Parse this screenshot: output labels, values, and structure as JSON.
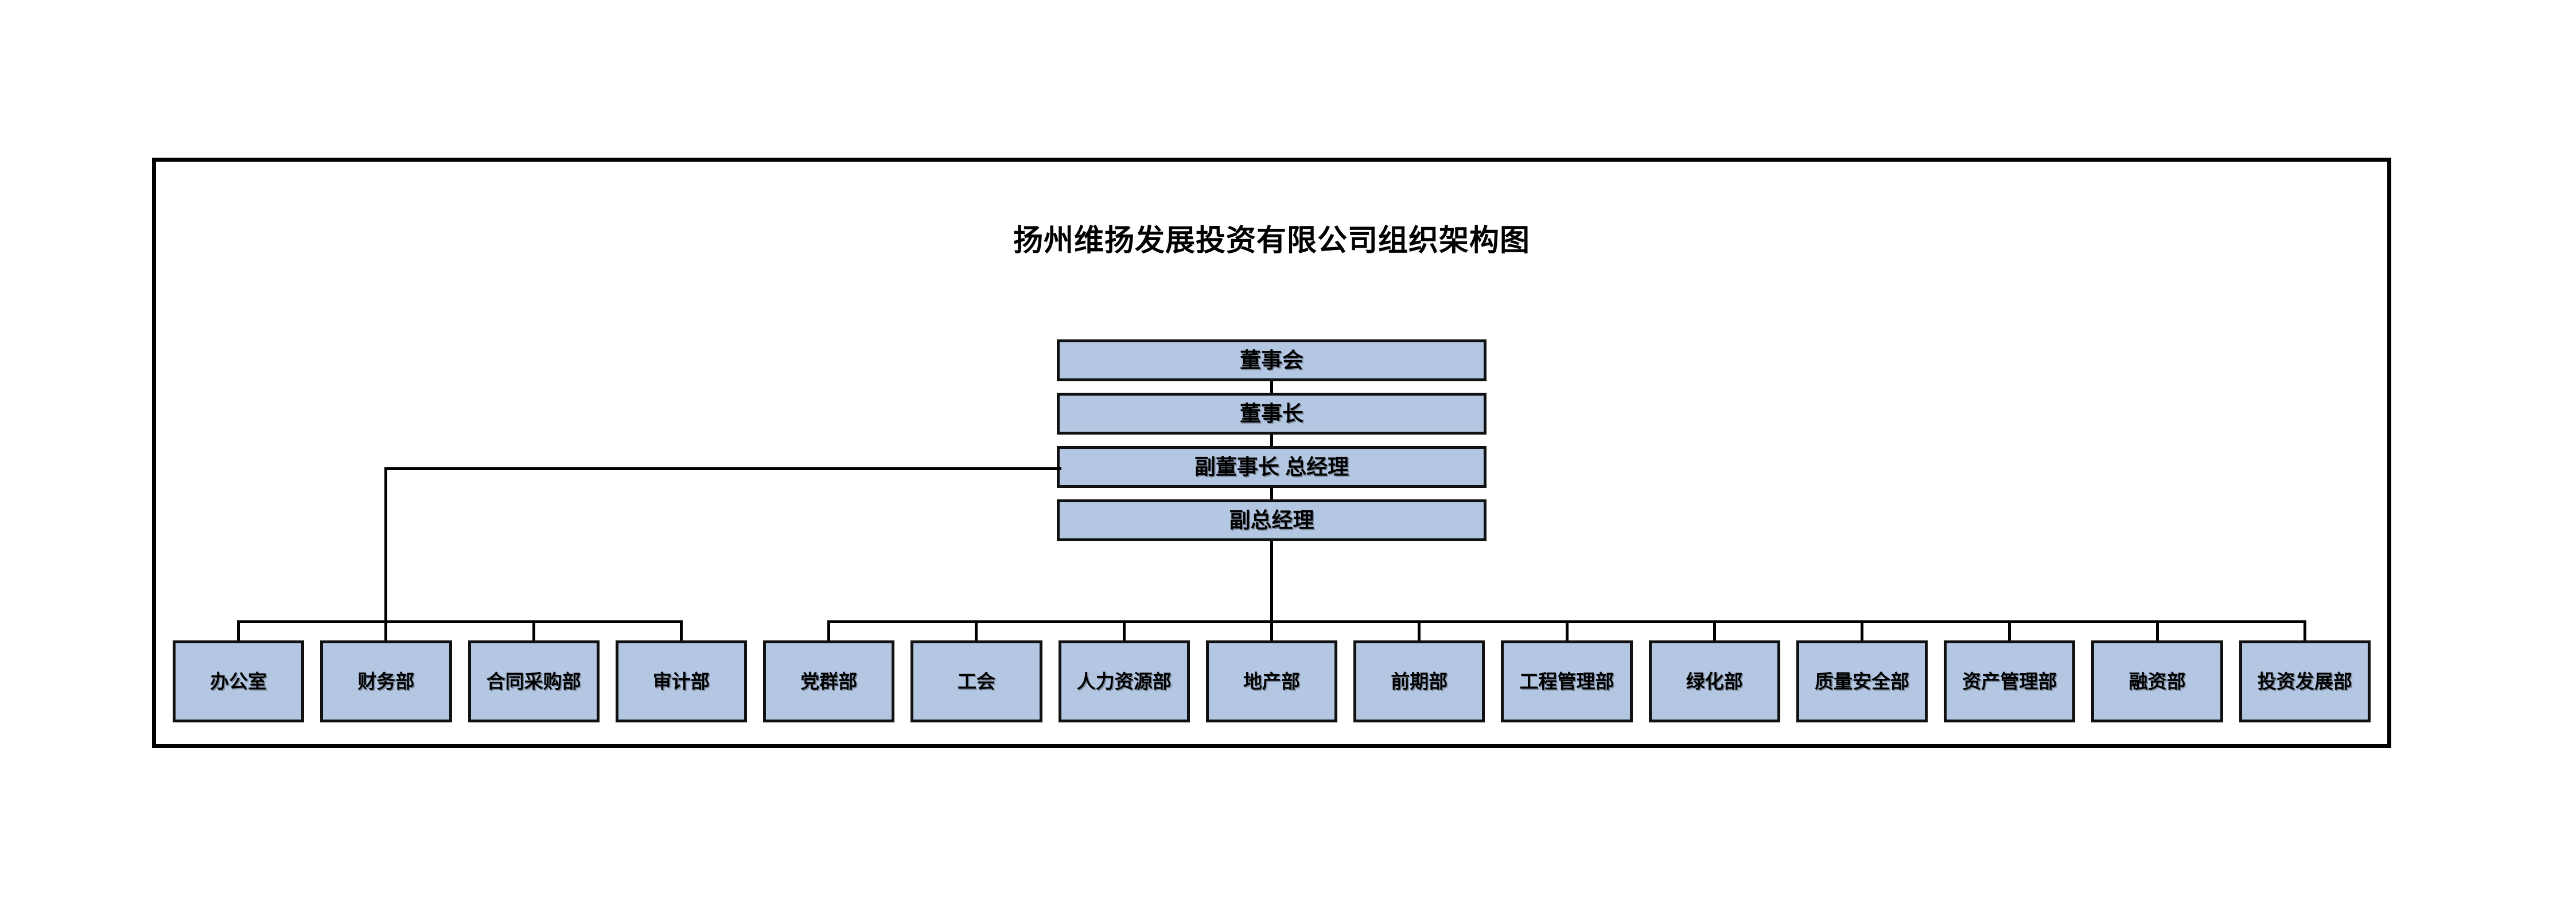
{
  "chart_data": {
    "type": "diagram",
    "diagram_kind": "organization-chart",
    "title": "扬州维扬发展投资有限公司组织架构图",
    "orientation": "top-down",
    "colors": {
      "node_fill": "#b4c7e2",
      "node_border": "#111111",
      "connector": "#000000",
      "frame_border": "#000000",
      "background": "#ffffff",
      "text": "#000000"
    },
    "levels": [
      {
        "level": 1,
        "nodes": [
          "董事会"
        ]
      },
      {
        "level": 2,
        "nodes": [
          "董事长"
        ]
      },
      {
        "level": 3,
        "nodes": [
          "副董事长 总经理"
        ]
      },
      {
        "level": 4,
        "nodes": [
          "副总经理"
        ]
      },
      {
        "level": 5,
        "nodes": [
          "办公室",
          "财务部",
          "合同采购部",
          "审计部",
          "党群部",
          "工会",
          "人力资源部",
          "地产部",
          "前期部",
          "工程管理部",
          "绿化部",
          "质量安全部",
          "资产管理部",
          "融资部",
          "投资发展部"
        ]
      }
    ],
    "edges": [
      {
        "from": "董事会",
        "to": "董事长"
      },
      {
        "from": "董事长",
        "to": "副董事长 总经理"
      },
      {
        "from": "副董事长 总经理",
        "to": "副总经理"
      },
      {
        "from": "副董事长 总经理",
        "to": "办公室"
      },
      {
        "from": "副董事长 总经理",
        "to": "财务部"
      },
      {
        "from": "副董事长 总经理",
        "to": "合同采购部"
      },
      {
        "from": "副董事长 总经理",
        "to": "审计部"
      },
      {
        "from": "副总经理",
        "to": "党群部"
      },
      {
        "from": "副总经理",
        "to": "工会"
      },
      {
        "from": "副总经理",
        "to": "人力资源部"
      },
      {
        "from": "副总经理",
        "to": "地产部"
      },
      {
        "from": "副总经理",
        "to": "前期部"
      },
      {
        "from": "副总经理",
        "to": "工程管理部"
      },
      {
        "from": "副总经理",
        "to": "绿化部"
      },
      {
        "from": "副总经理",
        "to": "质量安全部"
      },
      {
        "from": "副总经理",
        "to": "资产管理部"
      },
      {
        "from": "副总经理",
        "to": "融资部"
      },
      {
        "from": "副总经理",
        "to": "投资发展部"
      }
    ]
  },
  "title": "扬州维扬发展投资有限公司组织架构图",
  "executives": [
    {
      "label": "董事会"
    },
    {
      "label": "董事长"
    },
    {
      "label": "副董事长 总经理"
    },
    {
      "label": "副总经理"
    }
  ],
  "departments": [
    {
      "label": "办公室"
    },
    {
      "label": "财务部"
    },
    {
      "label": "合同采购部"
    },
    {
      "label": "审计部"
    },
    {
      "label": "党群部"
    },
    {
      "label": "工会"
    },
    {
      "label": "人力资源部"
    },
    {
      "label": "地产部"
    },
    {
      "label": "前期部"
    },
    {
      "label": "工程管理部"
    },
    {
      "label": "绿化部"
    },
    {
      "label": "质量安全部"
    },
    {
      "label": "资产管理部"
    },
    {
      "label": "融资部"
    },
    {
      "label": "投资发展部"
    }
  ]
}
